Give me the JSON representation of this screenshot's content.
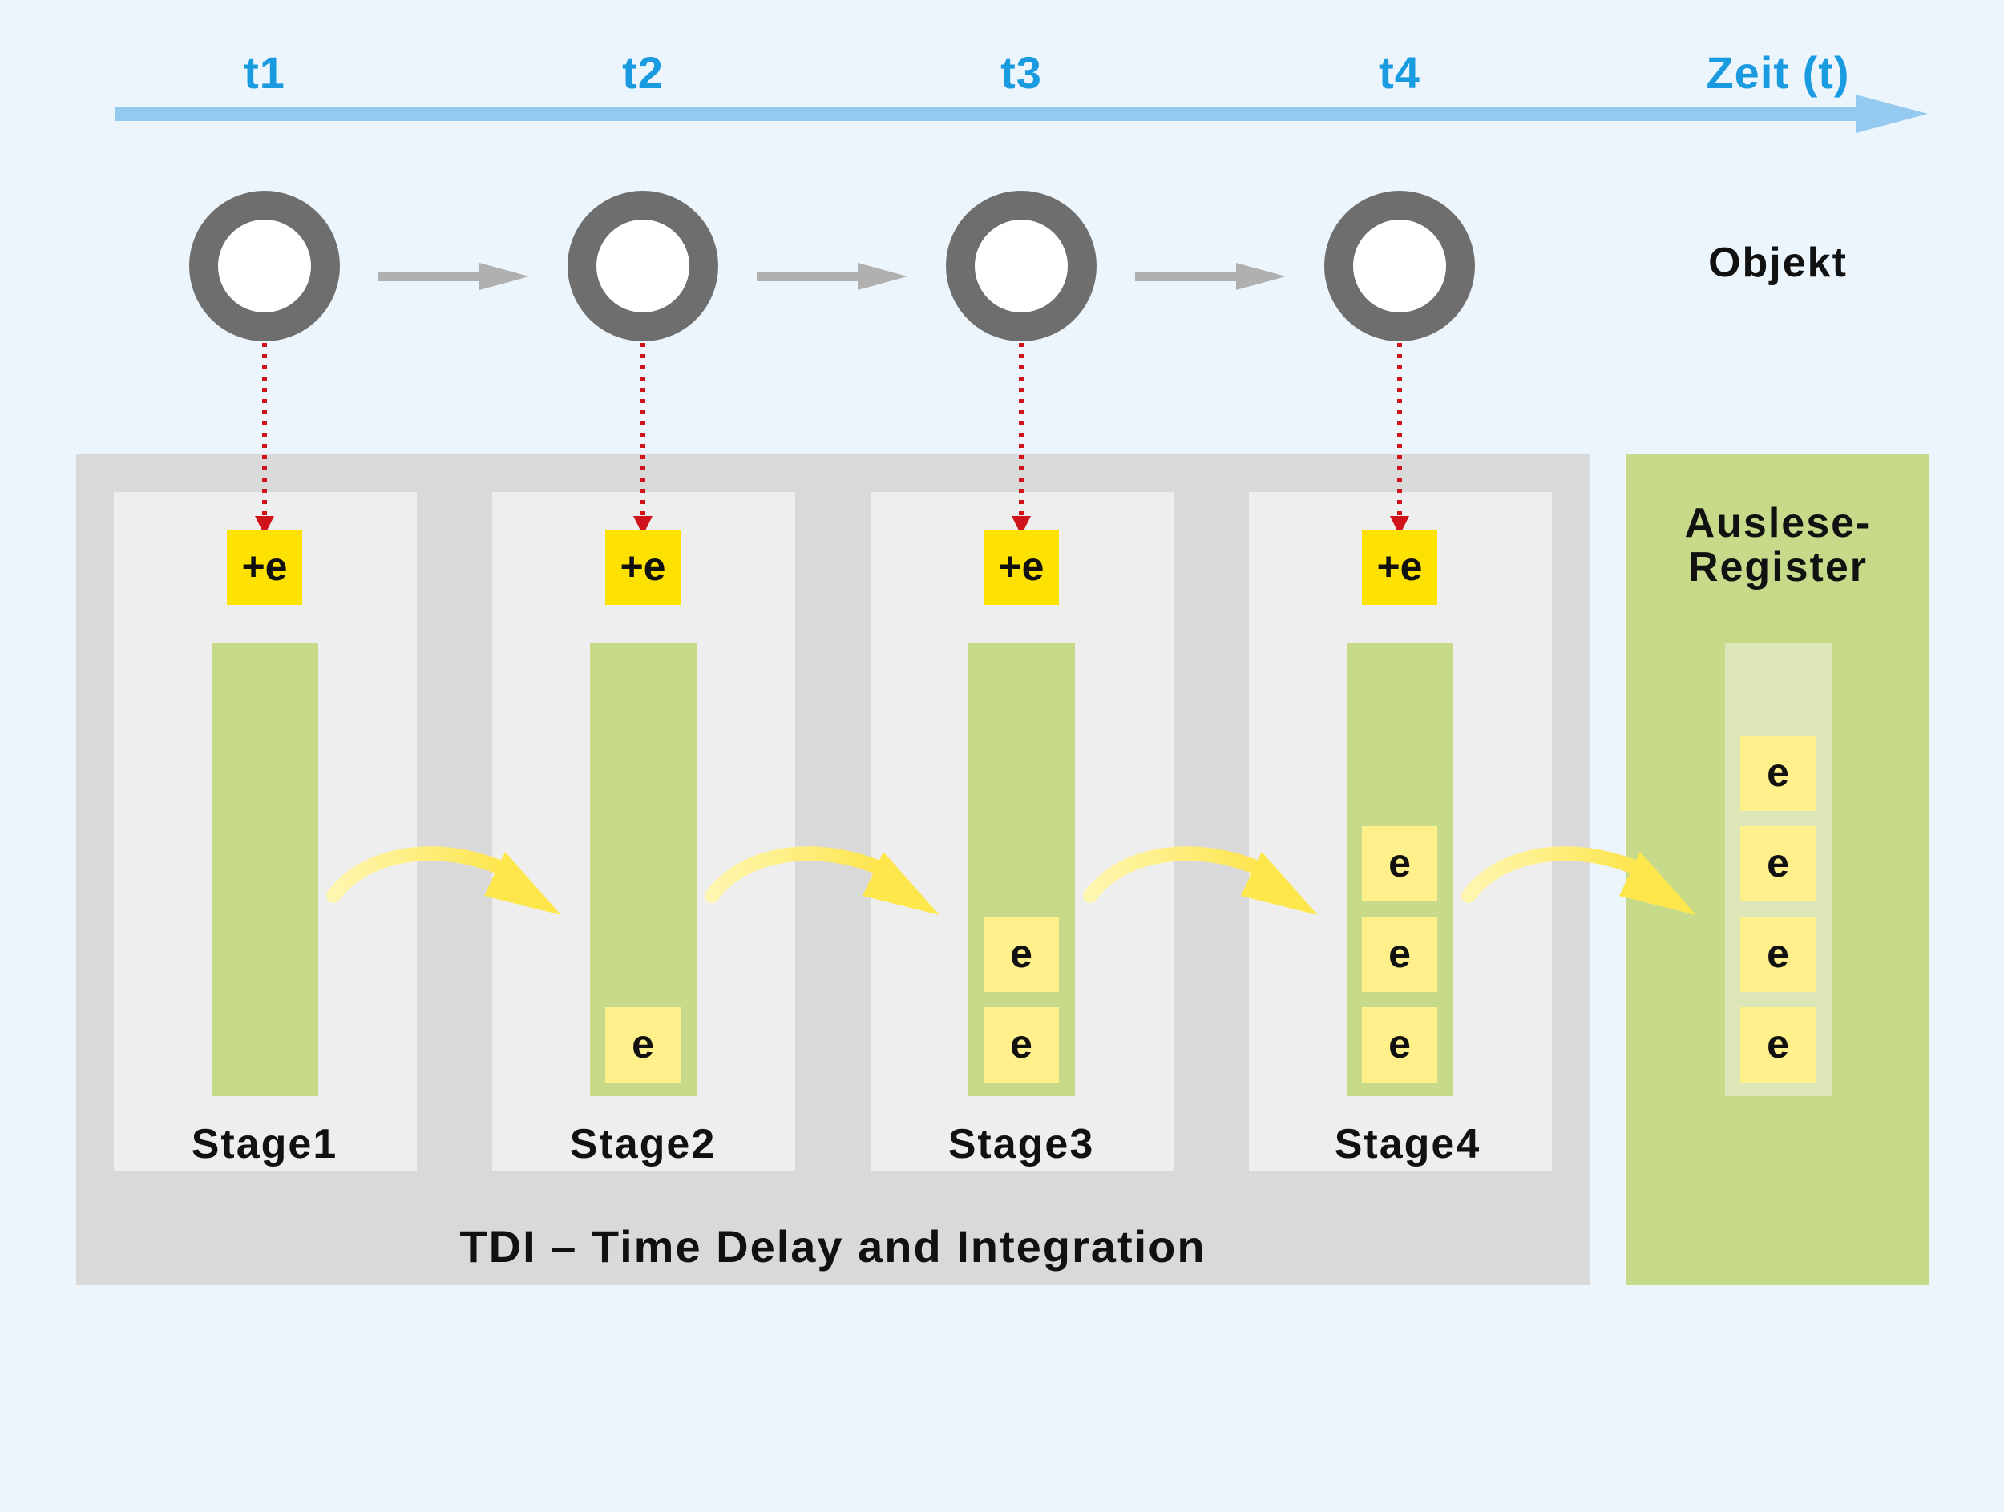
{
  "timeline": {
    "labels": [
      "t1",
      "t2",
      "t3",
      "t4"
    ],
    "axis_label": "Zeit (t)"
  },
  "object_label": "Objekt",
  "stages": [
    {
      "label": "Stage1",
      "input_label": "+e",
      "charge_count": 0,
      "charge_label": "e"
    },
    {
      "label": "Stage2",
      "input_label": "+e",
      "charge_count": 1,
      "charge_label": "e"
    },
    {
      "label": "Stage3",
      "input_label": "+e",
      "charge_count": 2,
      "charge_label": "e"
    },
    {
      "label": "Stage4",
      "input_label": "+e",
      "charge_count": 3,
      "charge_label": "e"
    }
  ],
  "tdi_label": "TDI – Time Delay and Integration",
  "register": {
    "label_line1": "Auslese-",
    "label_line2": "Register",
    "charge_count": 4,
    "charge_label": "e"
  },
  "colors": {
    "background": "#ecf4fc",
    "timeline": "#94c9f0",
    "time_label": "#1a9be0",
    "object_ring": "#6e6e6e",
    "tdi_panel": "#d9d9d9",
    "stage_panel": "#eeeeee",
    "green": "#c6da8a",
    "yellow_input": "#fde100",
    "charge_cell": "#fff08c",
    "transfer_arrow": "#fde74c",
    "projection": "#d0121b"
  }
}
